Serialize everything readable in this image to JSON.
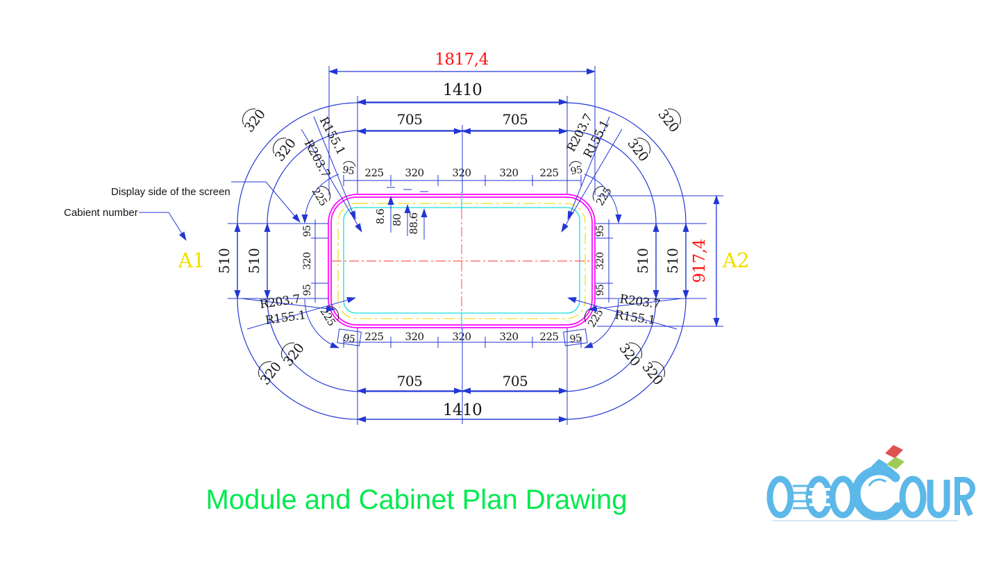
{
  "title": "Module and Cabinet Plan Drawing",
  "labels": {
    "display_side": "Display side of the screen",
    "cabinet_number": "Cabient number",
    "cabinet_a1": "A1",
    "cabinet_a2": "A2"
  },
  "dimensions": {
    "overall_width": "1817,4",
    "overall_height": "917,4",
    "frame_width_top": "1410",
    "frame_width_bottom": "1410",
    "half_width": "705",
    "side_height": "510",
    "top_segments": [
      "95",
      "225",
      "320",
      "320",
      "320",
      "225",
      "95"
    ],
    "bottom_segments": [
      "95",
      "225",
      "320",
      "320",
      "320",
      "225",
      "95"
    ],
    "left_segments": [
      "95",
      "320",
      "95"
    ],
    "right_segments": [
      "95",
      "320",
      "95"
    ],
    "corner_arc_length": "320",
    "corner_fillet_arc": "225",
    "corner_radius_outer": "R203.7",
    "corner_radius_inner": "R155.1",
    "edge_offsets": [
      "8.6",
      "80",
      "88.6"
    ]
  },
  "colors": {
    "dimension_blue": "#2336d4",
    "cabinet_magenta": "#ff00ff",
    "module_yellow": "#f0df20",
    "panel_cyan": "#18dede",
    "centerline_red": "#ff3333",
    "highlight_red": "#ff1111",
    "title_green": "#00e94e",
    "label_yellow": "#f0e000",
    "logo_blue": "#5cb8e8",
    "logo_red": "#e05252",
    "logo_green": "#9ecb56"
  },
  "logo": {
    "letters": "OCOCOUR"
  }
}
